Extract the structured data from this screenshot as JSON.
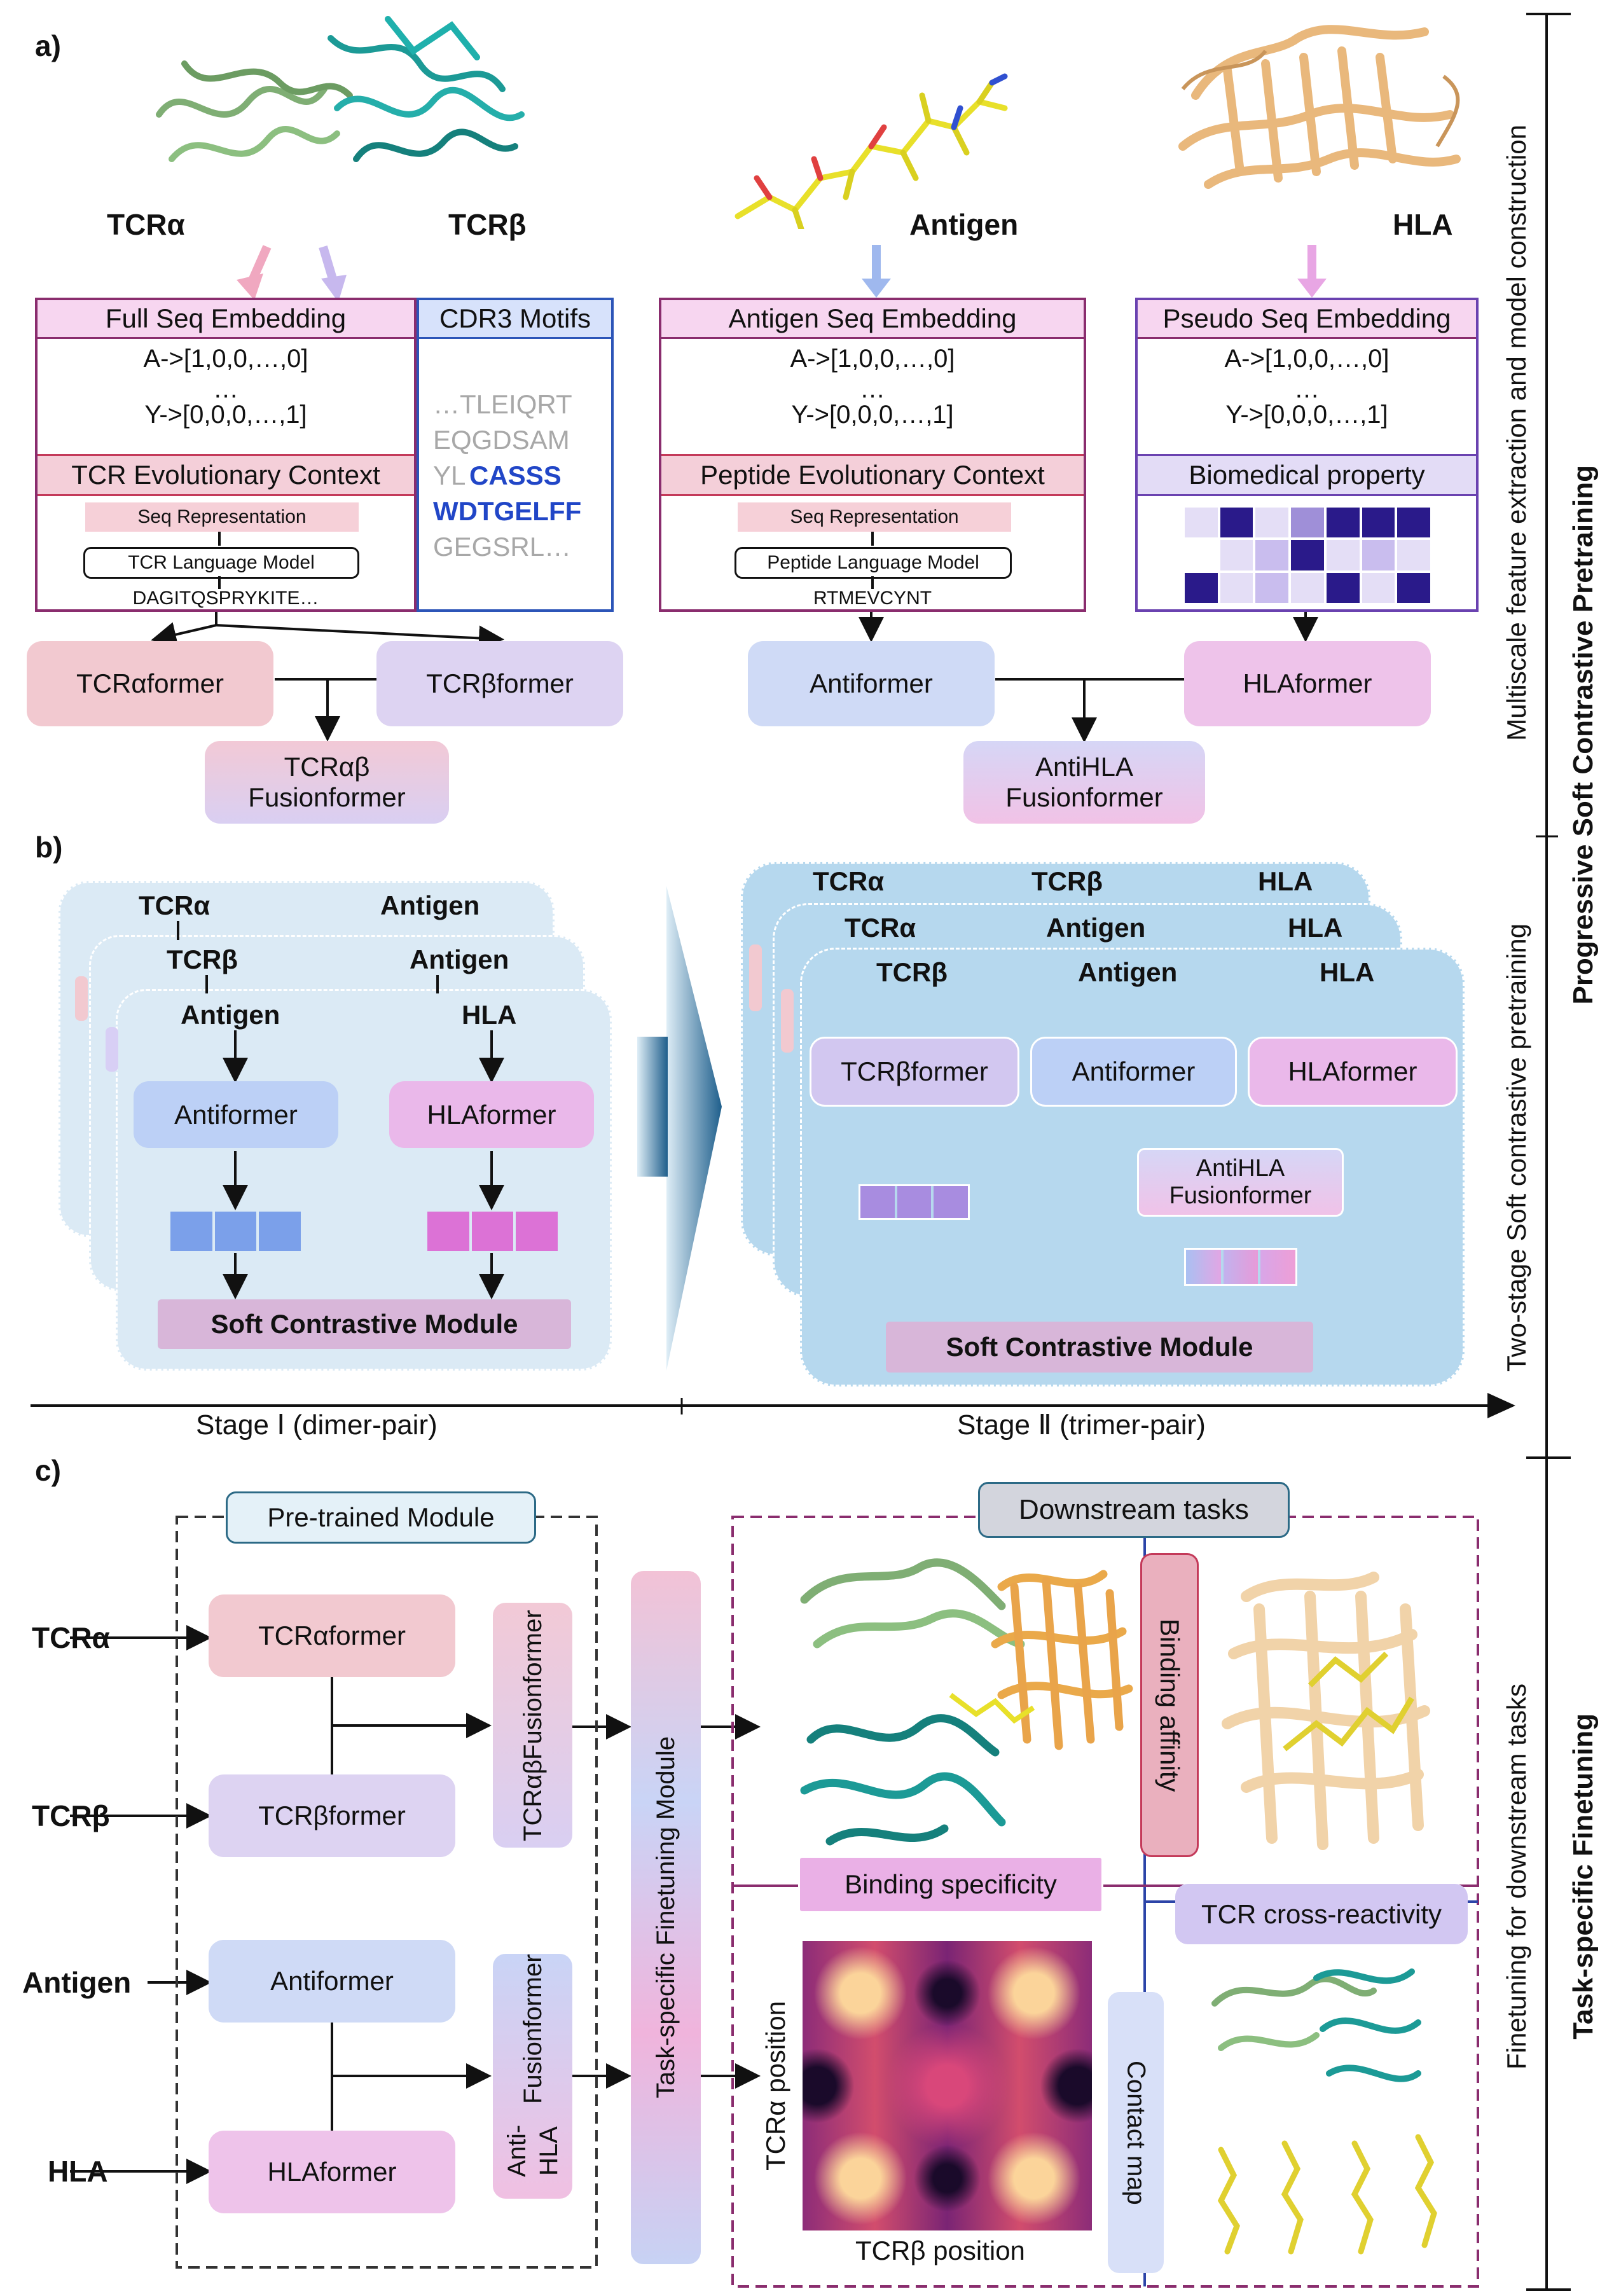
{
  "panel_labels": {
    "a": "a)",
    "b": "b)",
    "c": "c)"
  },
  "a": {
    "struct_labels": {
      "tcra": "TCRα",
      "tcrb": "TCRβ",
      "antigen": "Antigen",
      "hla": "HLA"
    },
    "tcr_box": {
      "title": "Full Seq Embedding",
      "enc_a": "A->[1,0,0,…,0]",
      "dots": "…",
      "enc_y": "Y->[0,0,0,…,1]",
      "context": "TCR Evolutionary Context",
      "seq_rep": "Seq Representation",
      "lm": "TCR Language Model",
      "seq": "DAGITQSPRYKITE…"
    },
    "cdr3": {
      "title": "CDR3 Motifs",
      "l1": "…TLEIQRT",
      "l2": "EQGDSAM",
      "l3a": "YL",
      "l3b": "CASSS",
      "l4": "WDTGELFF",
      "l5": "GEGSRL…"
    },
    "antigen_box": {
      "title": "Antigen Seq Embedding",
      "enc_a": "A->[1,0,0,…,0]",
      "dots": "…",
      "enc_y": "Y->[0,0,0,…,1]",
      "context": "Peptide Evolutionary Context",
      "seq_rep": "Seq Representation",
      "lm": "Peptide Language Model",
      "seq": "RTMEVCYNT"
    },
    "hla_box": {
      "title": "Pseudo Seq Embedding",
      "enc_a": "A->[1,0,0,…,0]",
      "dots": "…",
      "enc_y": "Y->[0,0,0,…,1]",
      "property": "Biomedical property"
    },
    "modules": {
      "tcra": "TCRαformer",
      "tcrb": "TCRβformer",
      "fusion_l1": "TCRαβ",
      "fusion_l2": "Fusionformer",
      "anti": "Antiformer",
      "hla": "HLAformer",
      "antihla_l1": "AntiHLA",
      "antihla_l2": "Fusionformer"
    },
    "heatmap": [
      [
        1,
        4,
        1,
        3,
        4,
        4,
        4
      ],
      [
        0,
        1,
        2,
        4,
        1,
        2,
        1
      ],
      [
        4,
        1,
        2,
        1,
        4,
        1,
        4
      ]
    ],
    "colors": {
      "pink": "#f6d0d8",
      "purple": "#7b4fa0",
      "navy": "#2a1a8a"
    }
  },
  "b": {
    "stage1": {
      "c1_l": "TCRα",
      "c1_r": "Antigen",
      "c2_l": "TCRβ",
      "c2_r": "Antigen",
      "c3_l": "Antigen",
      "c3_r": "HLA",
      "anti": "Antiformer",
      "hla": "HLAformer",
      "scm": "Soft Contrastive Module"
    },
    "stage2": {
      "r1_a": "TCRα",
      "r1_b": "TCRβ",
      "r1_c": "HLA",
      "r2_a": "TCRα",
      "r2_b": "Antigen",
      "r2_c": "HLA",
      "r3_a": "TCRβ",
      "r3_b": "Antigen",
      "r3_c": "HLA",
      "tcrb": "TCRβformer",
      "anti": "Antiformer",
      "hla": "HLAformer",
      "fusion_l1": "AntiHLA",
      "fusion_l2": "Fusionformer",
      "scm": "Soft Contrastive Module"
    },
    "axis": {
      "stage1": "Stage Ⅰ (dimer-pair)",
      "stage2": "Stage Ⅱ (trimer-pair)"
    }
  },
  "c": {
    "pretrained": "Pre-trained Module",
    "inputs": {
      "tcra": "TCRα",
      "tcrb": "TCRβ",
      "antigen": "Antigen",
      "hla": "HLA"
    },
    "modules": {
      "tcra": "TCRαformer",
      "tcrb": "TCRβformer",
      "anti": "Antiformer",
      "hla": "HLAformer",
      "fusion1_l1": "TCRαβ",
      "fusion1_l2": "Fusionformer",
      "fusion2_l1": "Anti-HLA",
      "fusion2_l2": "Fusionformer",
      "task": "Task-specific Finetuning Module"
    },
    "downstream": {
      "title": "Downstream tasks",
      "affinity": "Binding affinity",
      "specificity": "Binding specificity",
      "cross": "TCR cross-reactivity",
      "contact": "Contact map",
      "xlabel": "TCRβ position",
      "ylabel": "TCRα position"
    }
  },
  "side": {
    "progressive": "Progressive Soft Contrastive Pretraining",
    "multiscale": "Multiscale feature extraction and model construction",
    "twostage": "Two-stage Soft contrastive pretraining",
    "task": "Task-specific Finetuning",
    "finetune": "Finetuning for downstream tasks"
  }
}
